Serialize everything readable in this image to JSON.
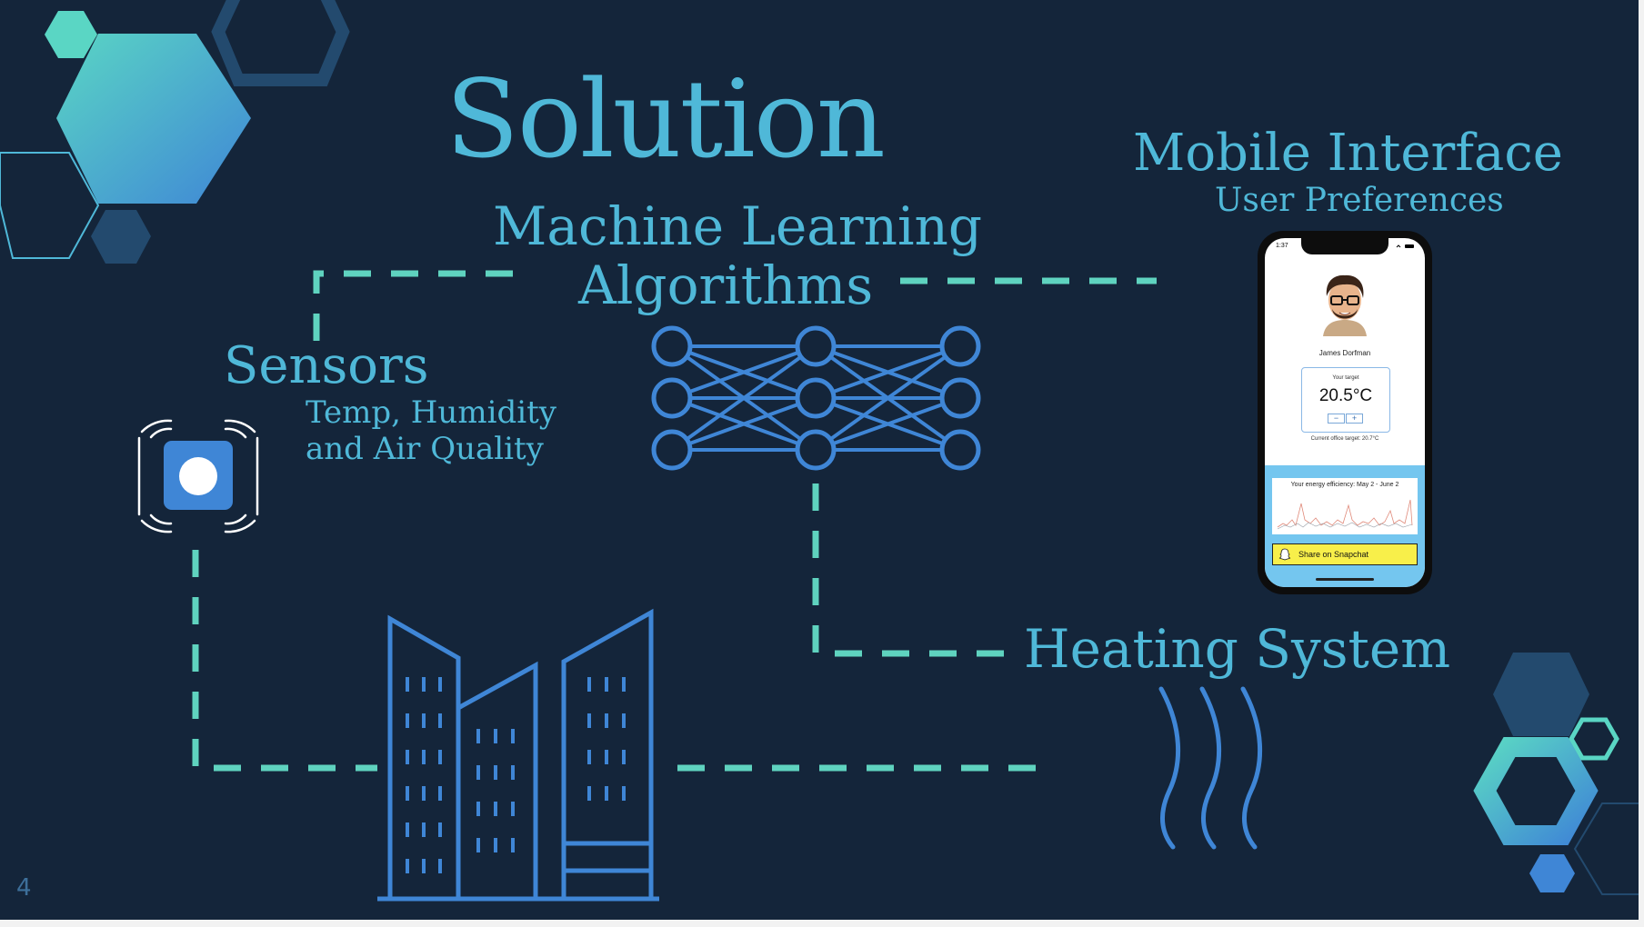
{
  "slide": {
    "title": "Solution",
    "number": "4"
  },
  "machine_learning": {
    "line1": "Machine Learning",
    "line2": "Algorithms"
  },
  "mobile": {
    "title": "Mobile Interface",
    "subtitle": "User Preferences"
  },
  "sensors": {
    "title": "Sensors",
    "subtitle_line1": "Temp, Humidity",
    "subtitle_line2": "and Air Quality"
  },
  "heating": {
    "title": "Heating System"
  },
  "phone": {
    "status_time": "1:37",
    "user_name": "James Dorfman",
    "target_label": "Your target",
    "target_value": "20.5°C",
    "minus": "−",
    "plus": "+",
    "office_target": "Current office target: 20.7°C",
    "efficiency_title": "Your energy efficiency: May 2 - June 2",
    "share_button": "Share on Snapchat"
  },
  "colors": {
    "background": "#14253a",
    "title_text": "#4fb8d8",
    "connector": "#5fd3bf",
    "icon_blue": "#3f86d6",
    "hex_teal": "#5ad6c4",
    "hex_navy": "#234a6e"
  },
  "icons": [
    "sensor-icon",
    "neural-network-icon",
    "building-icon",
    "heat-waves-icon",
    "phone-mockup",
    "avatar-icon",
    "snapchat-icon"
  ]
}
